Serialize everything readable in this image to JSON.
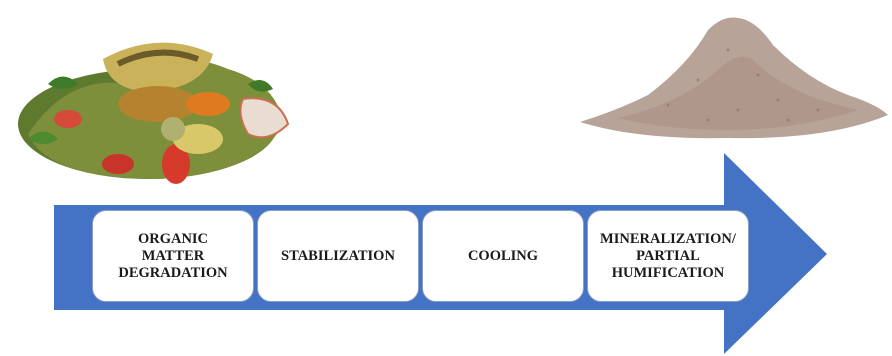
{
  "stages": [
    {
      "label": "ORGANIC\nMATTER\nDEGRADATION"
    },
    {
      "label": "STABILIZATION"
    },
    {
      "label": "COOLING"
    },
    {
      "label": "MINERALIZATION/\nPARTIAL\nHUMIFICATION"
    }
  ],
  "colors": {
    "arrow": "#4472c4",
    "stage_box": "#ffffff",
    "compost": "#b8a398"
  },
  "icons": {
    "start": "organic-waste-icon",
    "end": "compost-pile-icon"
  }
}
